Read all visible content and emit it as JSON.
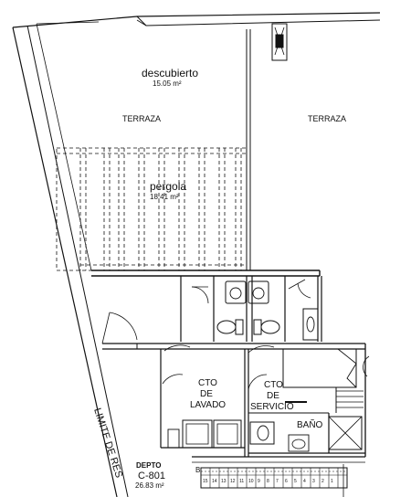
{
  "labels": {
    "descubierto": "descubierto",
    "descubierto_area": "15.05 m²",
    "terraza_left": "TERRAZA",
    "terraza_right": "TERRAZA",
    "pergola": "pergola",
    "pergola_area": "18.41 m²",
    "cto_lavado_1": "CTO",
    "cto_lavado_2": "DE",
    "cto_lavado_3": "LAVADO",
    "cto_servicio_1": "CTO",
    "cto_servicio_2": "DE",
    "cto_servicio_3": "SERVICIO",
    "bano": "BAÑO",
    "depto_1": "DEPTO",
    "depto_2": "C-801",
    "depto_area": "26.83 m²",
    "limite": "LIMITE DE RES",
    "stair_b": "B"
  },
  "stair_numbers": [
    "15",
    "14",
    "13",
    "12",
    "11",
    "10",
    "9",
    "8",
    "7",
    "6",
    "5",
    "4",
    "3",
    "2",
    "1"
  ],
  "colors": {
    "line": "#111111",
    "background": "#ffffff"
  }
}
